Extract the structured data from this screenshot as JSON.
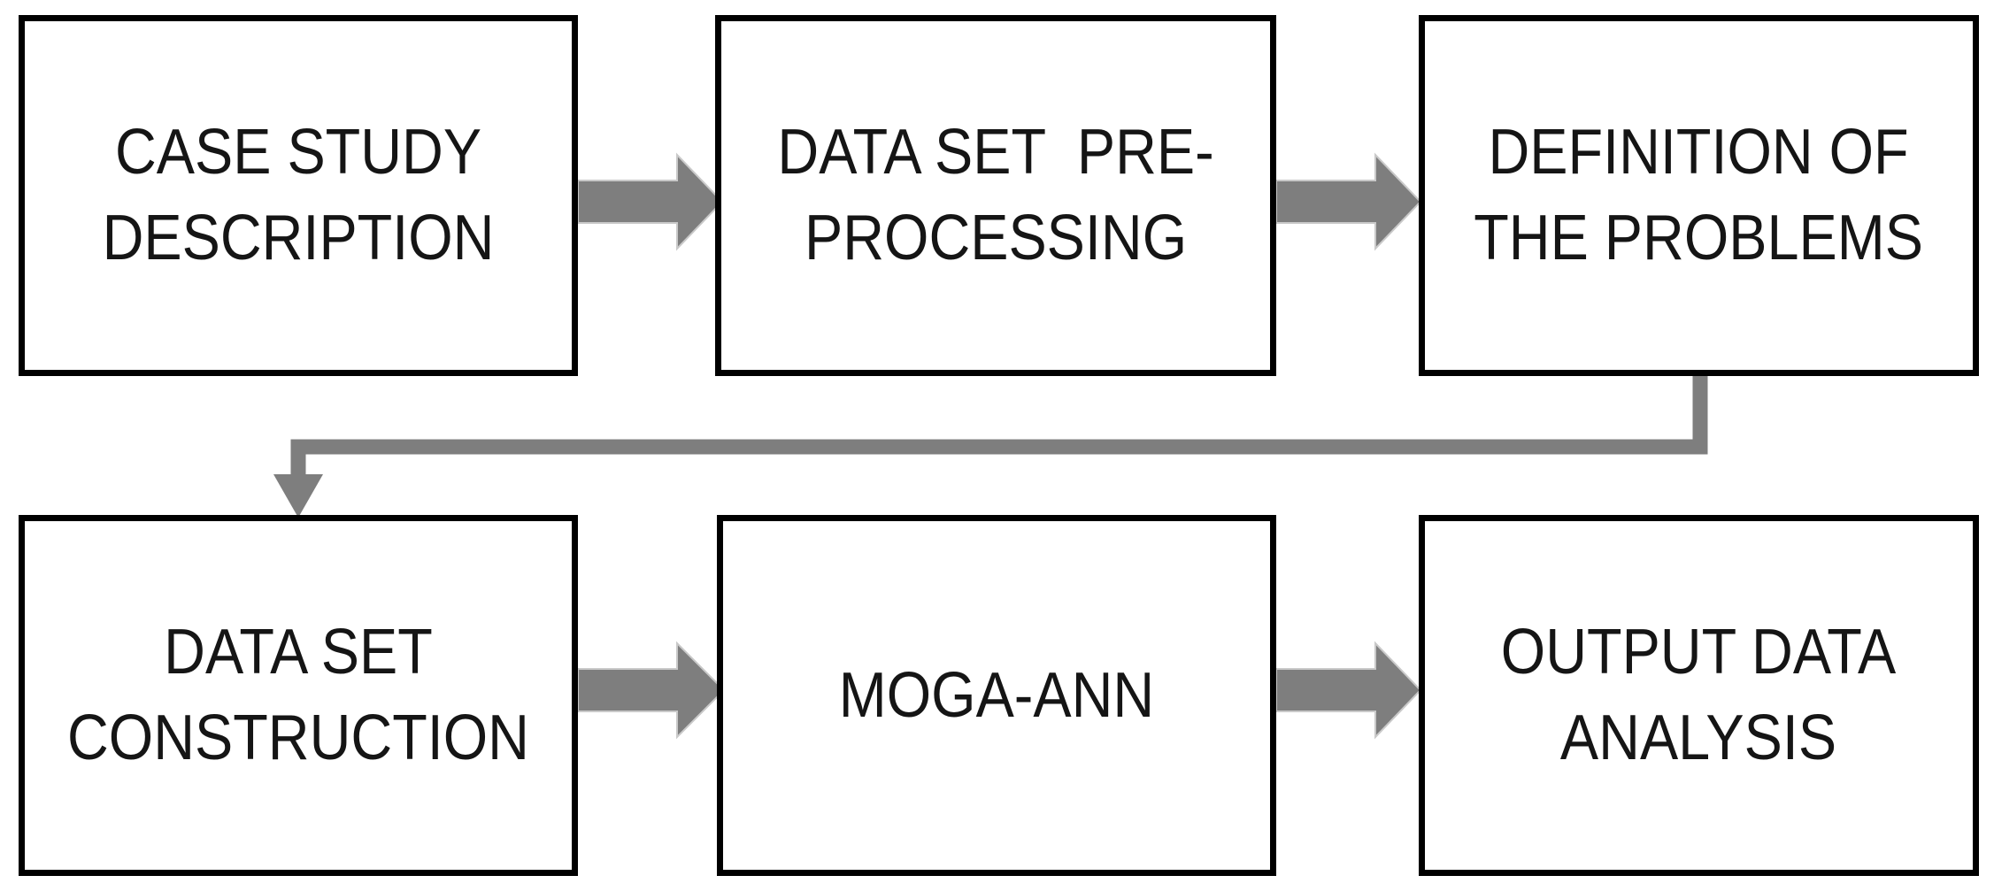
{
  "diagram": {
    "type": "flowchart",
    "background_color": "#ffffff",
    "box_fill_color": "#ffffff",
    "box_border_color": "#000000",
    "text_color": "#151515",
    "arrow_color": "#7e7e7e",
    "arrow_edge_highlight_color": "#c9c9c9",
    "boxes": [
      {
        "id": "case-study-description",
        "row": 1,
        "col": 1,
        "text": "CASE STUDY\nDESCRIPTION"
      },
      {
        "id": "data-set-pre-processing",
        "row": 1,
        "col": 2,
        "text": "DATA SET  PRE-\nPROCESSING"
      },
      {
        "id": "definition-of-the-problems",
        "row": 1,
        "col": 3,
        "text": "DEFINITION OF\nTHE PROBLEMS"
      },
      {
        "id": "data-set-construction",
        "row": 2,
        "col": 1,
        "text": "DATA SET\nCONSTRUCTION"
      },
      {
        "id": "moga-ann",
        "row": 2,
        "col": 2,
        "text": "MOGA-ANN"
      },
      {
        "id": "output-data-analysis",
        "row": 2,
        "col": 3,
        "text": "OUTPUT DATA\nANALYSIS"
      }
    ],
    "connections": [
      {
        "from": "case-study-description",
        "to": "data-set-pre-processing",
        "style": "block-arrow-right"
      },
      {
        "from": "data-set-pre-processing",
        "to": "definition-of-the-problems",
        "style": "block-arrow-right"
      },
      {
        "from": "definition-of-the-problems",
        "to": "data-set-construction",
        "style": "elbow-down-left-down"
      },
      {
        "from": "data-set-construction",
        "to": "moga-ann",
        "style": "block-arrow-right"
      },
      {
        "from": "moga-ann",
        "to": "output-data-analysis",
        "style": "block-arrow-right"
      }
    ]
  }
}
